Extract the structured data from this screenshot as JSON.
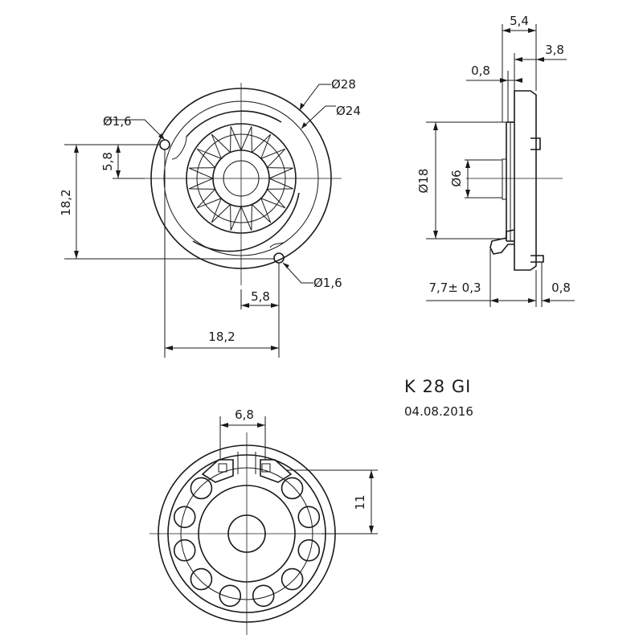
{
  "drawing": {
    "model": "K 28 GI",
    "date": "04.08.2016"
  },
  "front_view": {
    "dia_outer": "Ø28",
    "dia_inner": "Ø24",
    "hole_top": "Ø1,6",
    "hole_bottom": "Ø1,6",
    "dim_vert_offset": "5,8",
    "dim_vert_span": "18,2",
    "dim_horiz_offset": "5,8",
    "dim_horiz_span": "18,2"
  },
  "side_view": {
    "dim_total_depth": "5,4",
    "dim_depth": "3,8",
    "dim_front": "0,8",
    "dia_large": "Ø18",
    "dia_small": "Ø6",
    "dim_pin": "7,7± 0,3",
    "dim_back": "0,8"
  },
  "back_view": {
    "dim_width": "6,8",
    "dim_height": "11"
  }
}
